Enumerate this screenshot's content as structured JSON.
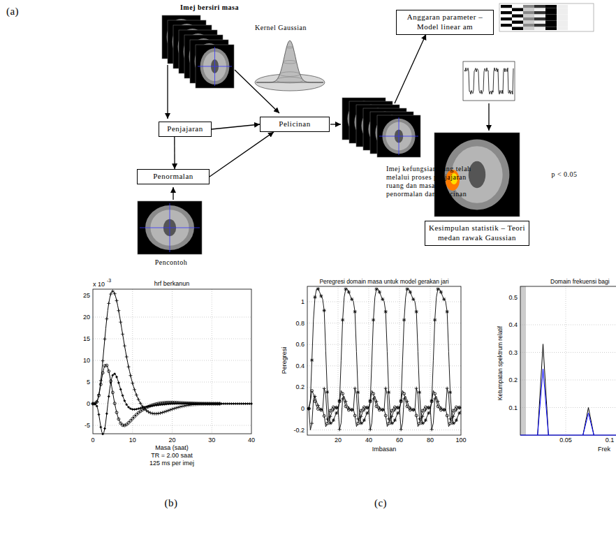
{
  "diagram": {
    "nodes": [
      {
        "text": [
          "Penjajaran"
        ]
      },
      {
        "text": [
          "Penormalan"
        ]
      },
      {
        "text": [
          "Pelicinan"
        ]
      },
      {
        "text": [
          "Anggaran parameter – Model linear am"
        ]
      },
      {
        "text": [
          "Kesimpulan statistik – Teori medan rawak Gaussian"
        ]
      }
    ],
    "edges": [
      {
        "from": 0,
        "to": 2,
        "arrow": "to"
      },
      {
        "from": 0,
        "to": 1,
        "arrow": "to"
      },
      {
        "from": 1,
        "to": 2,
        "arrow": "to"
      }
    ],
    "labels": [
      "(a)",
      "Imej bersiri masa",
      "Kernel Gaussian",
      "Pencontoh",
      "Imej kefungsian yang telah melalui proses penjajaran ruang dan masa, penormalan dan pelicinan",
      "p < 0.05",
      "hrf berkanun",
      "x 10",
      "-3",
      "25",
      "20",
      "15",
      "10",
      "5",
      "0",
      "-5",
      "0",
      "10",
      "20",
      "30",
      "40",
      "Masa (saat)",
      "TR = 2.00 saat",
      "125 ms per imej",
      "(b)",
      "Peregresi domain masa untuk model gerakan jari",
      "1",
      "0.8",
      "0.6",
      "0.4",
      "0.2",
      "0",
      "-0.2",
      "20",
      "40",
      "60",
      "80",
      "100",
      "Peregresi",
      "Imbasan",
      "(c)",
      "Domain frekuensi bagi",
      "0.5",
      "0.4",
      "0.3",
      "0.2",
      "0.1",
      "0.05",
      "0.1",
      "Ketumpatan spektrum relatif",
      "Frek"
    ]
  }
}
